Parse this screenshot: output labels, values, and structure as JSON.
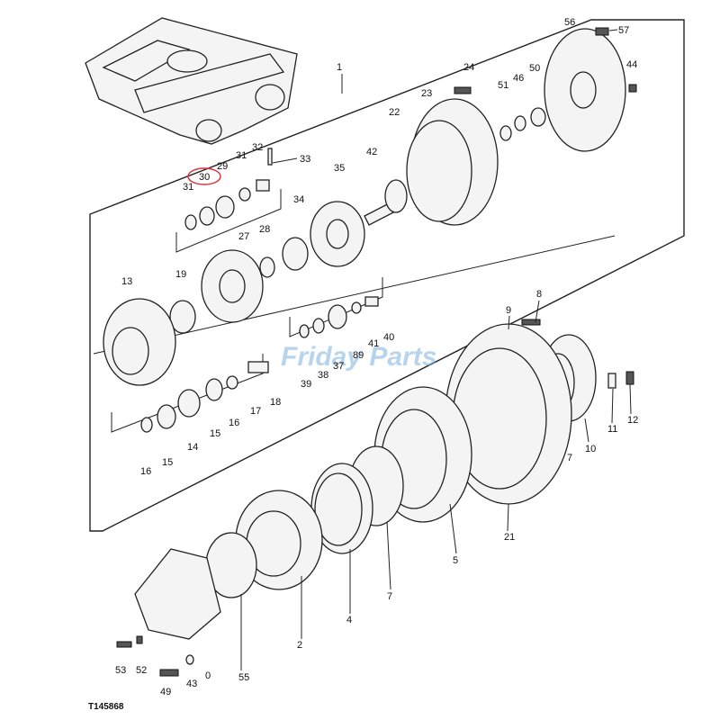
{
  "diagram": {
    "figure_id": "T145868",
    "watermark": "Friday Parts",
    "highlight_color": "#d9363e",
    "watermark_color": "#7fb2e0",
    "callouts": [
      {
        "key": "c1",
        "text": "1"
      },
      {
        "key": "c2",
        "text": "2"
      },
      {
        "key": "c4",
        "text": "4"
      },
      {
        "key": "c5",
        "text": "5"
      },
      {
        "key": "c7a",
        "text": "7"
      },
      {
        "key": "c7b",
        "text": "7"
      },
      {
        "key": "c8",
        "text": "8"
      },
      {
        "key": "c9",
        "text": "9"
      },
      {
        "key": "c10",
        "text": "10"
      },
      {
        "key": "c11",
        "text": "11"
      },
      {
        "key": "c12",
        "text": "12"
      },
      {
        "key": "c13",
        "text": "13"
      },
      {
        "key": "c14",
        "text": "14"
      },
      {
        "key": "c15a",
        "text": "15"
      },
      {
        "key": "c15b",
        "text": "15"
      },
      {
        "key": "c16a",
        "text": "16"
      },
      {
        "key": "c16b",
        "text": "16"
      },
      {
        "key": "c17",
        "text": "17"
      },
      {
        "key": "c18",
        "text": "18"
      },
      {
        "key": "c19",
        "text": "19"
      },
      {
        "key": "c21",
        "text": "21"
      },
      {
        "key": "c22",
        "text": "22"
      },
      {
        "key": "c23",
        "text": "23"
      },
      {
        "key": "c24",
        "text": "24"
      },
      {
        "key": "c27",
        "text": "27"
      },
      {
        "key": "c28",
        "text": "28"
      },
      {
        "key": "c29",
        "text": "29"
      },
      {
        "key": "c30",
        "text": "30"
      },
      {
        "key": "c31a",
        "text": "31"
      },
      {
        "key": "c31b",
        "text": "31"
      },
      {
        "key": "c32",
        "text": "32"
      },
      {
        "key": "c33",
        "text": "33"
      },
      {
        "key": "c34",
        "text": "34"
      },
      {
        "key": "c35",
        "text": "35"
      },
      {
        "key": "c37",
        "text": "37"
      },
      {
        "key": "c38",
        "text": "38"
      },
      {
        "key": "c39",
        "text": "39"
      },
      {
        "key": "c40",
        "text": "40"
      },
      {
        "key": "c41",
        "text": "41"
      },
      {
        "key": "c42",
        "text": "42"
      },
      {
        "key": "c43",
        "text": "43"
      },
      {
        "key": "c44",
        "text": "44"
      },
      {
        "key": "c46",
        "text": "46"
      },
      {
        "key": "c49",
        "text": "49"
      },
      {
        "key": "c50",
        "text": "50"
      },
      {
        "key": "c51",
        "text": "51"
      },
      {
        "key": "c52",
        "text": "52"
      },
      {
        "key": "c53",
        "text": "53"
      },
      {
        "key": "c55",
        "text": "55"
      },
      {
        "key": "c56",
        "text": "56"
      },
      {
        "key": "c57",
        "text": "57"
      },
      {
        "key": "c0",
        "text": "0"
      },
      {
        "key": "c89",
        "text": "89"
      }
    ]
  }
}
